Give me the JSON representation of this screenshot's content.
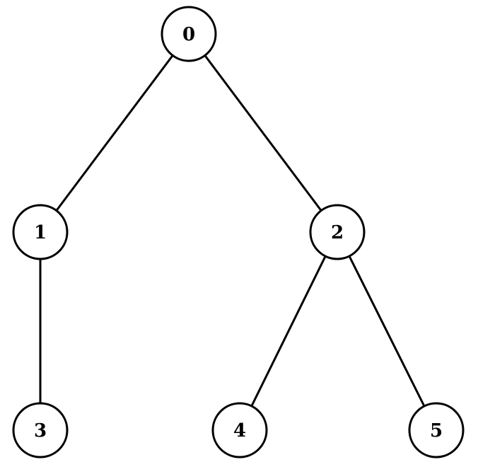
{
  "tree": {
    "nodes": [
      {
        "id": "0",
        "label": "0"
      },
      {
        "id": "1",
        "label": "1"
      },
      {
        "id": "2",
        "label": "2"
      },
      {
        "id": "3",
        "label": "3"
      },
      {
        "id": "4",
        "label": "4"
      },
      {
        "id": "5",
        "label": "5"
      }
    ],
    "edges": [
      {
        "from": "0",
        "to": "1"
      },
      {
        "from": "0",
        "to": "2"
      },
      {
        "from": "1",
        "to": "3"
      },
      {
        "from": "2",
        "to": "4"
      },
      {
        "from": "2",
        "to": "5"
      }
    ]
  },
  "colors": {
    "stroke": "#000000",
    "node_fill": "#ffffff",
    "background": "#ffffff"
  }
}
